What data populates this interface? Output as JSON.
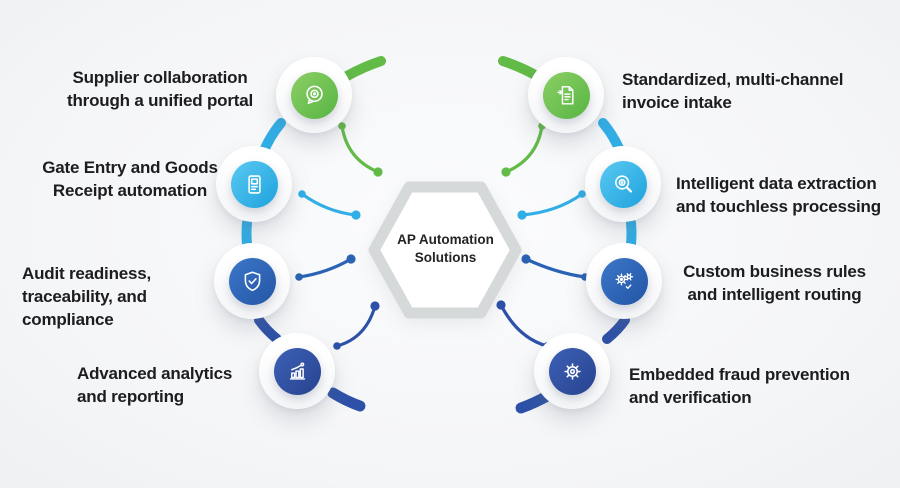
{
  "center": {
    "line1": "AP Automation",
    "line2": "Solutions"
  },
  "colors": {
    "green": "#62bb47",
    "light_blue": "#31aee6",
    "blue": "#2a63b4",
    "dark_blue": "#2d51a8",
    "hex_border": "#d6d9da",
    "text": "#1d1d1f"
  },
  "left_nodes": [
    {
      "icon": "webcam-icon",
      "color": "green",
      "lines": [
        "Supplier collaboration",
        "through a unified portal"
      ]
    },
    {
      "icon": "receipt-terminal-icon",
      "color": "light_blue",
      "lines": [
        "Gate Entry and Goods",
        "Receipt automation"
      ]
    },
    {
      "icon": "shield-check-icon",
      "color": "blue",
      "lines": [
        "Audit readiness,",
        "traceability, and",
        "compliance"
      ]
    },
    {
      "icon": "analytics-chart-icon",
      "color": "dark_blue",
      "lines": [
        "Advanced analytics",
        "and reporting"
      ]
    }
  ],
  "right_nodes": [
    {
      "icon": "invoice-document-icon",
      "color": "green",
      "lines": [
        "Standardized, multi-channel",
        "invoice intake"
      ]
    },
    {
      "icon": "magnifier-data-icon",
      "color": "light_blue",
      "lines": [
        "Intelligent data extraction",
        "and touchless processing"
      ]
    },
    {
      "icon": "gears-routing-icon",
      "color": "blue",
      "lines": [
        "Custom business rules",
        "and intelligent routing"
      ]
    },
    {
      "icon": "gear-icon",
      "color": "dark_blue",
      "lines": [
        "Embedded fraud prevention",
        "and verification"
      ]
    }
  ]
}
